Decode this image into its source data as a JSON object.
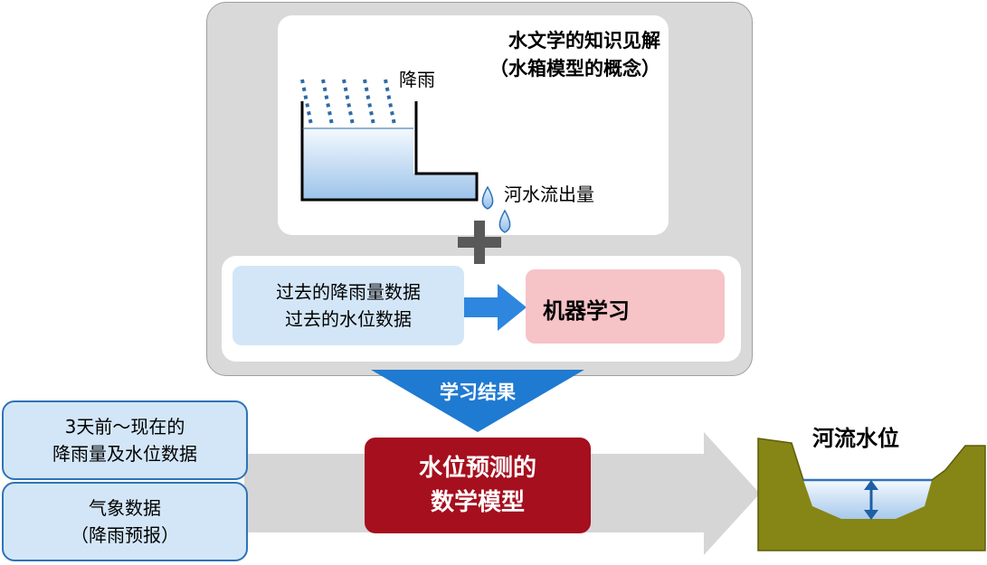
{
  "knowledge": {
    "title_line1": "水文学的知识见解",
    "title_line2": "（水箱模型的概念）",
    "rain_label": "降雨",
    "outflow_label": "河水流出量"
  },
  "training": {
    "data_line1": "过去的降雨量数据",
    "data_line2": "过去的水位数据",
    "ml_label": "机器学习"
  },
  "result_label": "学习结果",
  "inputs": {
    "box1_line1": "3天前～现在的",
    "box1_line2": "降雨量及水位数据",
    "box2_line1": "气象数据",
    "box2_line2": "（降雨预报）"
  },
  "model": {
    "line1": "水位预测的",
    "line2": "数学模型"
  },
  "river_label": "河流水位",
  "colors": {
    "panel_gray": "#d9d9d9",
    "data_blue": "#d3e6f7",
    "ml_pink": "#f6c3c7",
    "model_red": "#a50f1e",
    "arrow_blue": "#2e86de",
    "result_blue": "#1f7ad1",
    "river_olive": "#868616"
  }
}
